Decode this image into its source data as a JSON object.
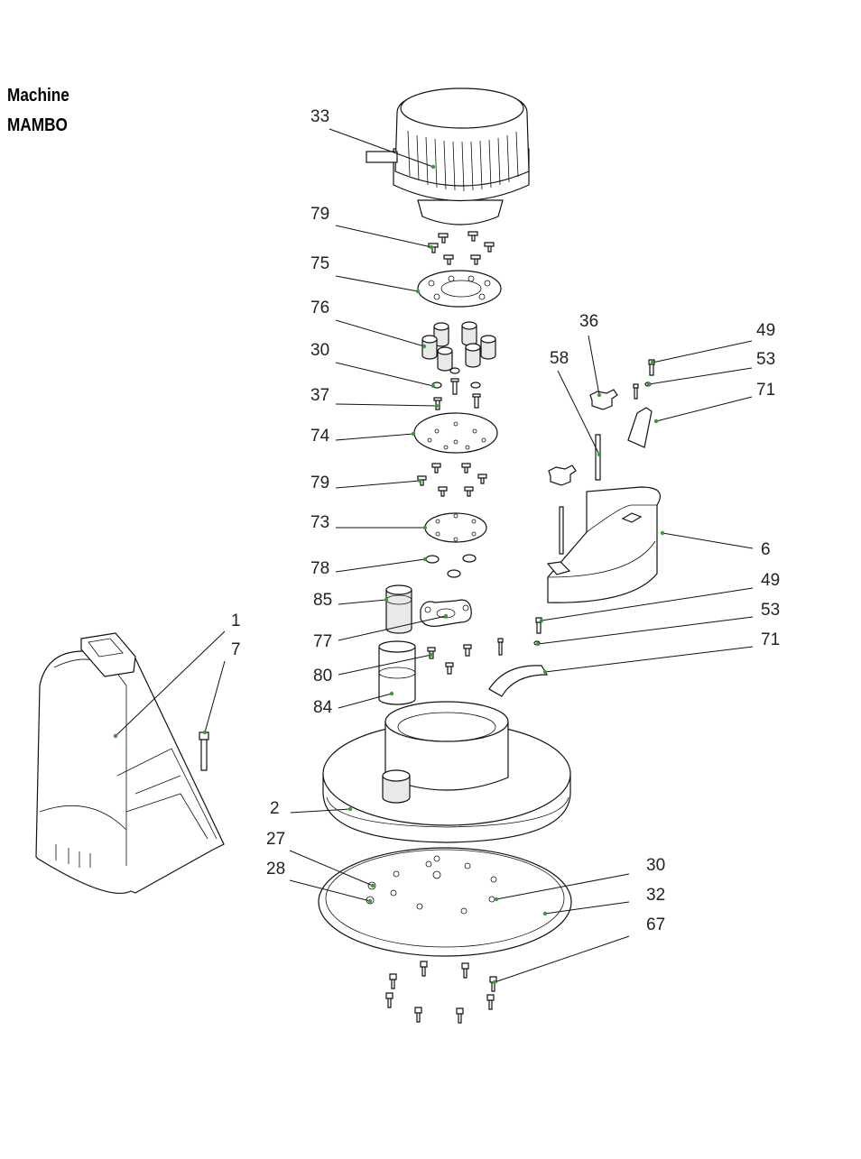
{
  "header": {
    "line1": "Machine",
    "line2": "MAMBO"
  },
  "callouts": [
    {
      "id": "c33",
      "text": "33"
    },
    {
      "id": "c79a",
      "text": "79"
    },
    {
      "id": "c75",
      "text": "75"
    },
    {
      "id": "c76",
      "text": "76"
    },
    {
      "id": "c30a",
      "text": "30"
    },
    {
      "id": "c37",
      "text": "37"
    },
    {
      "id": "c74",
      "text": "74"
    },
    {
      "id": "c79b",
      "text": "79"
    },
    {
      "id": "c73",
      "text": "73"
    },
    {
      "id": "c78",
      "text": "78"
    },
    {
      "id": "c85",
      "text": "85"
    },
    {
      "id": "c77",
      "text": "77"
    },
    {
      "id": "c80",
      "text": "80"
    },
    {
      "id": "c84",
      "text": "84"
    },
    {
      "id": "c1",
      "text": "1"
    },
    {
      "id": "c7",
      "text": "7"
    },
    {
      "id": "c2",
      "text": "2"
    },
    {
      "id": "c27",
      "text": "27"
    },
    {
      "id": "c28",
      "text": "28"
    },
    {
      "id": "c36",
      "text": "36"
    },
    {
      "id": "c58",
      "text": "58"
    },
    {
      "id": "c49a",
      "text": "49"
    },
    {
      "id": "c53a",
      "text": "53"
    },
    {
      "id": "c71a",
      "text": "71"
    },
    {
      "id": "c6",
      "text": "6"
    },
    {
      "id": "c49b",
      "text": "49"
    },
    {
      "id": "c53b",
      "text": "53"
    },
    {
      "id": "c71b",
      "text": "71"
    },
    {
      "id": "c30b",
      "text": "30"
    },
    {
      "id": "c32",
      "text": "32"
    },
    {
      "id": "c67",
      "text": "67"
    }
  ],
  "colors": {
    "leader_tip": "#3a9a3a",
    "line": "#111111"
  }
}
